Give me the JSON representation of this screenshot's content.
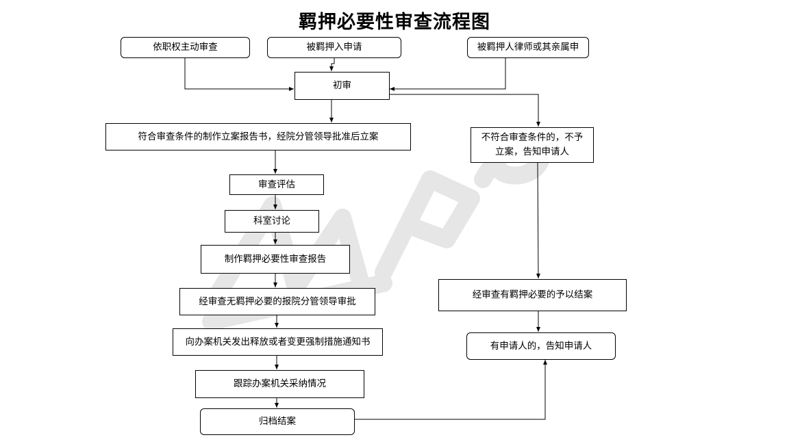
{
  "title": "羁押必要性审查流程图",
  "nodes": {
    "by_authority": "依职权主动审查",
    "detainee_apply": "被羁押入申请",
    "lawyer_apply": "被羁押人律师或其亲属申",
    "initial_review": "初审",
    "eligible_case": "符合审查条件的制作立案报告书，经院分管领导批准后立案",
    "ineligible": "不符合审查条件的，不予立案，告知申请人",
    "review_assess": "审查评估",
    "section_discuss": "科室讨论",
    "make_report": "制作羁押必要性审查报告",
    "no_necessity_approval": "经审查无羁押必要的报院分管领导审批",
    "send_notice": "向办案机关发出释放或者变更强制措施通知书",
    "track_adoption": "跟踪办案机关采纳情况",
    "archive_close": "归档结案",
    "necessity_close": "经审查有羁押必要的予以结案",
    "notify_applicant": "有申请人的，告知申请人"
  },
  "colors": {
    "stroke": "#000000",
    "watermark": "#e4e4e4"
  },
  "watermark": {
    "icon": "wps-watermark-icon"
  }
}
